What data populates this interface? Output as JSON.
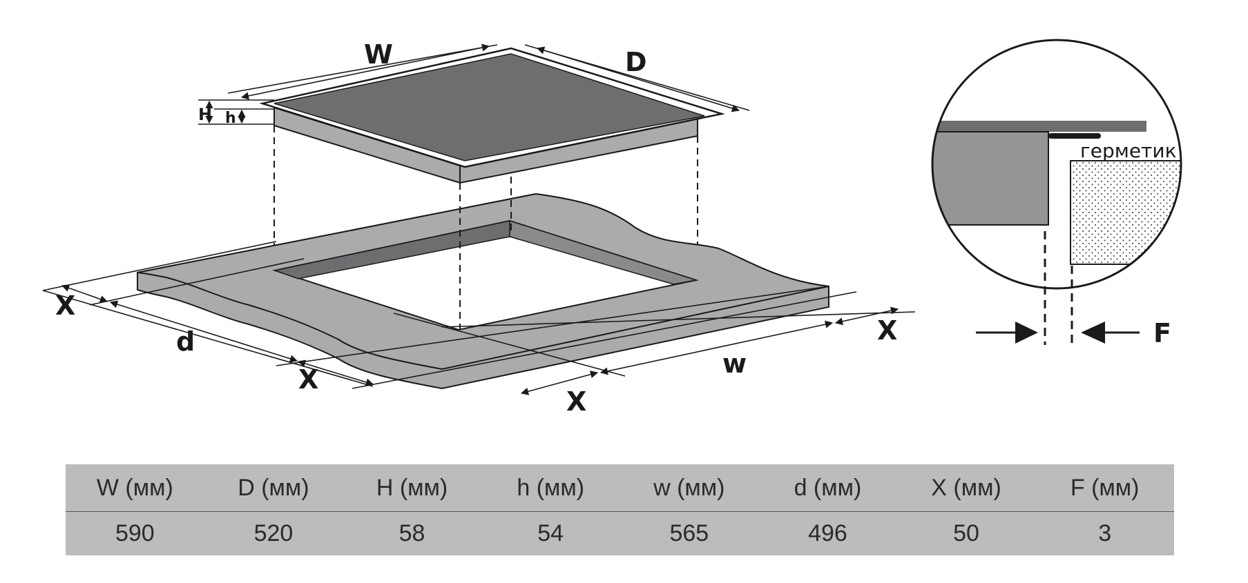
{
  "diagram": {
    "labels": {
      "W": "W",
      "D": "D",
      "H": "H",
      "h": "h",
      "X_left": "X",
      "d": "d",
      "X_front_left": "X",
      "X_front_right": "X",
      "w": "w",
      "X_right": "X",
      "F": "F"
    },
    "callout": {
      "sealant_label": "герметик"
    },
    "colors": {
      "glass_top": "#6e6e70",
      "hob_frame": "#aaabad",
      "countertop": "#aaabad",
      "cutout_wall": "#6e6e70",
      "table_bg": "#bbbcbe"
    }
  },
  "table": {
    "headers": [
      "W (мм)",
      "D (мм)",
      "H (мм)",
      "h (мм)",
      "w (мм)",
      "d (мм)",
      "X (мм)",
      "F (мм)"
    ],
    "values": [
      "590",
      "520",
      "58",
      "54",
      "565",
      "496",
      "50",
      "3"
    ]
  }
}
